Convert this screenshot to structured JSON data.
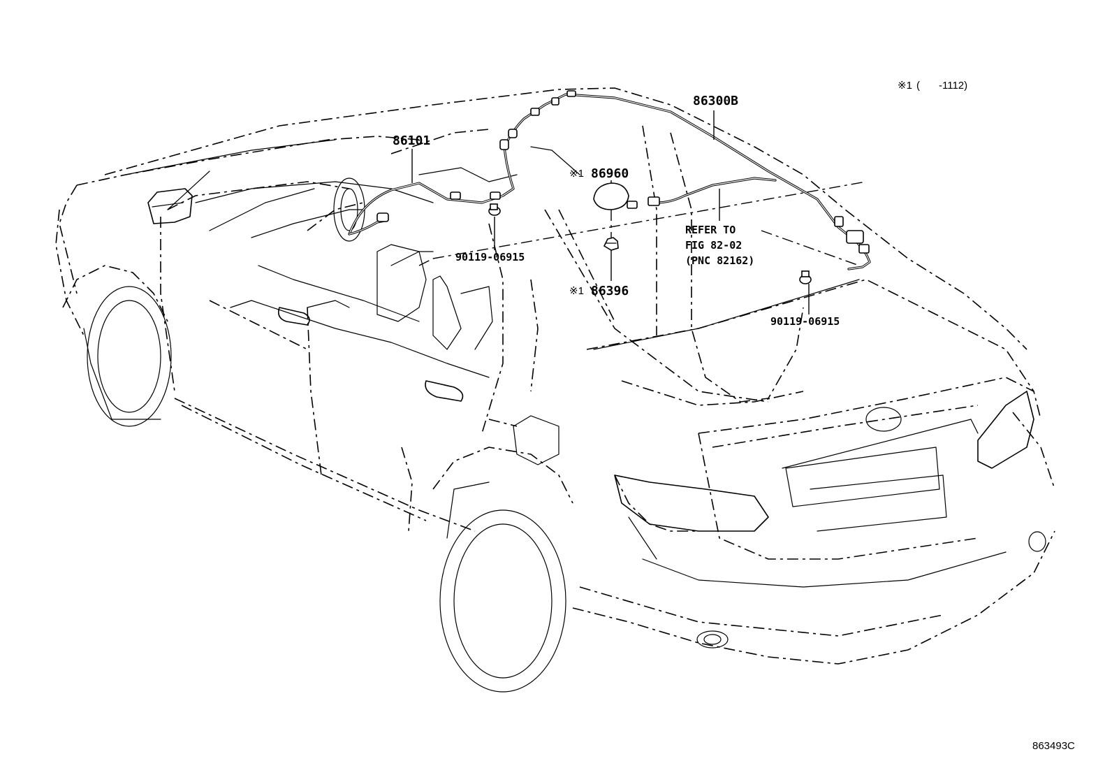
{
  "note": {
    "symbol": "※1",
    "open": "(",
    "range": "-1112)"
  },
  "callouts": {
    "harness_front": "86101",
    "harness_roof": "86300B",
    "antenna": "86960",
    "antenna_note": "※1",
    "pad": "86396",
    "pad_note": "※1",
    "screw_front": "90119-06915",
    "screw_rear": "90119-06915",
    "refer_line1": "REFER TO",
    "refer_line2": "FIG 82-02",
    "refer_line3": "(PNC 82162)"
  },
  "illustration_id": "863493C"
}
